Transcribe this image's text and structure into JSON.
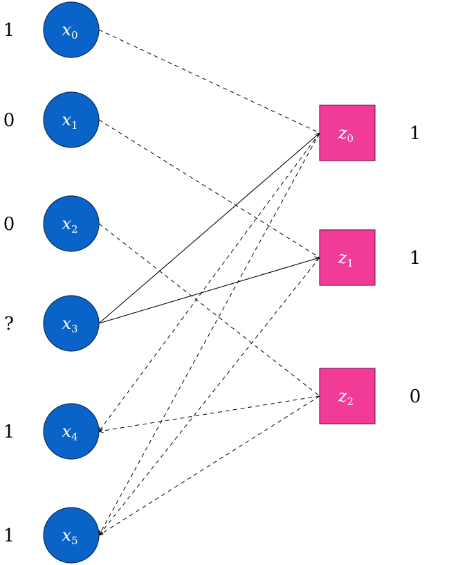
{
  "variable_nodes": [
    {
      "symbol": "x",
      "index": "0",
      "value": "1"
    },
    {
      "symbol": "x",
      "index": "1",
      "value": "0"
    },
    {
      "symbol": "x",
      "index": "2",
      "value": "0"
    },
    {
      "symbol": "x",
      "index": "3",
      "value": "?"
    },
    {
      "symbol": "x",
      "index": "4",
      "value": "1"
    },
    {
      "symbol": "x",
      "index": "5",
      "value": "1"
    }
  ],
  "check_nodes": [
    {
      "symbol": "z",
      "index": "0",
      "value": "1"
    },
    {
      "symbol": "z",
      "index": "1",
      "value": "1"
    },
    {
      "symbol": "z",
      "index": "2",
      "value": "0"
    }
  ],
  "edges": [
    {
      "from": "x0",
      "to": "z0",
      "style": "dashed",
      "arrow": "none"
    },
    {
      "from": "x1",
      "to": "z1",
      "style": "dashed",
      "arrow": "none"
    },
    {
      "from": "x2",
      "to": "z2",
      "style": "dashed",
      "arrow": "none"
    },
    {
      "from": "x3",
      "to": "z0",
      "style": "solid",
      "arrow": "end"
    },
    {
      "from": "x3",
      "to": "z1",
      "style": "solid",
      "arrow": "end"
    },
    {
      "from": "z0",
      "to": "x4",
      "style": "dashed",
      "arrow": "end"
    },
    {
      "from": "z0",
      "to": "x5",
      "style": "dashed",
      "arrow": "end"
    },
    {
      "from": "z1",
      "to": "x5",
      "style": "dashed",
      "arrow": "end"
    },
    {
      "from": "z2",
      "to": "x4",
      "style": "dashed",
      "arrow": "end"
    },
    {
      "from": "z2",
      "to": "x5",
      "style": "dashed",
      "arrow": "end"
    }
  ],
  "colors": {
    "variable_fill": "#0a63c9",
    "check_fill": "#f23b97"
  }
}
